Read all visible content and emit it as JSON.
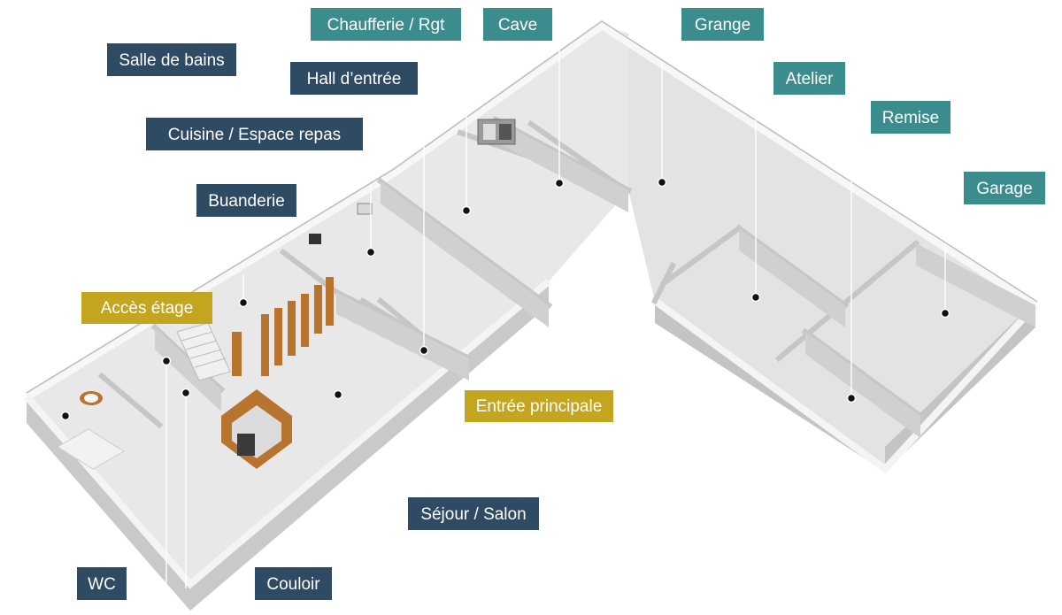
{
  "colors": {
    "living": "#2f4a63",
    "annex": "#3a8c8d",
    "access": "#c4a51f",
    "floor": "#e6e6e6",
    "wall_top": "#f4f4f4",
    "wall_side": "#c7c7c7",
    "wood": "#b8742f"
  },
  "labels": {
    "salle_de_bains": "Salle de bains",
    "hall_entree": "Hall d’entrée",
    "cuisine": "Cuisine / Espace repas",
    "buanderie": "Buanderie",
    "acces_etage": "Accès étage",
    "sejour": "Séjour / Salon",
    "wc": "WC",
    "couloir": "Couloir",
    "entree_principale": "Entrée principale",
    "chaufferie": "Chaufferie / Rgt",
    "cave": "Cave",
    "grange": "Grange",
    "atelier": "Atelier",
    "remise": "Remise",
    "garage": "Garage"
  },
  "icons": {
    "marker": "filled-circle-marker",
    "leader": "leader-line",
    "stairs": "staircase-icon",
    "fireplace": "fireplace-icon",
    "boiler": "boiler-icon",
    "bathtub": "bathtub-icon",
    "sink": "sink-icon"
  }
}
